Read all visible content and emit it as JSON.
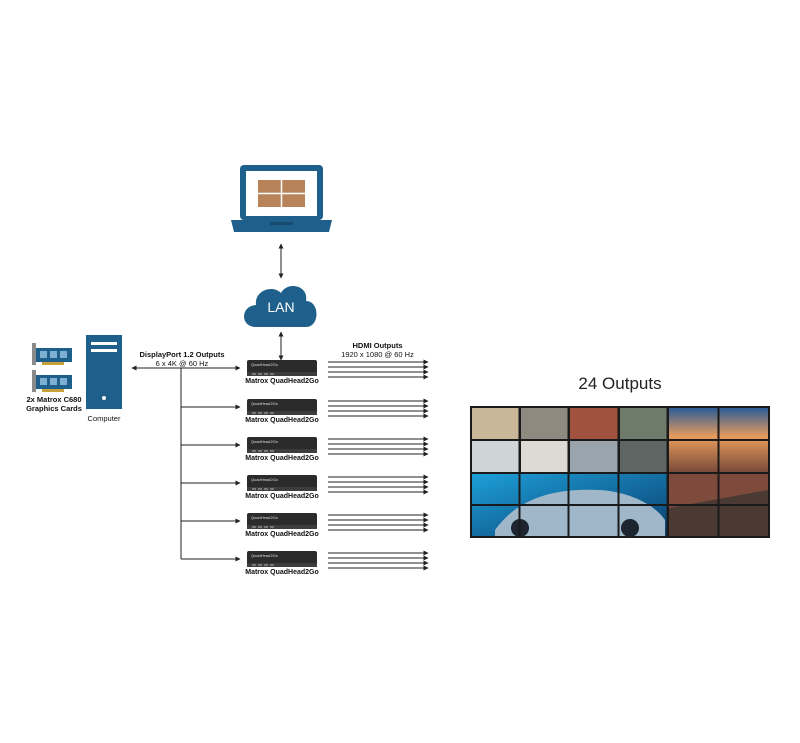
{
  "laptop": {
    "screen_color": "#b9835a"
  },
  "lan": {
    "label": "LAN"
  },
  "cards": {
    "label_line1": "2x Matrox C680",
    "label_line2": "Graphics Cards"
  },
  "computer": {
    "label": "Computer"
  },
  "displayport": {
    "title": "DisplayPort 1.2 Outputs",
    "subtitle": "6 x 4K @ 60 Hz"
  },
  "hdmi": {
    "title": "HDMI Outputs",
    "subtitle": "1920 x 1080 @ 60 Hz"
  },
  "units": [
    {
      "label": "Matrox QuadHead2Go",
      "tag": "QuadHead2Go"
    },
    {
      "label": "Matrox QuadHead2Go",
      "tag": "QuadHead2Go"
    },
    {
      "label": "Matrox QuadHead2Go",
      "tag": "QuadHead2Go"
    },
    {
      "label": "Matrox QuadHead2Go",
      "tag": "QuadHead2Go"
    },
    {
      "label": "Matrox QuadHead2Go",
      "tag": "QuadHead2Go"
    },
    {
      "label": "Matrox QuadHead2Go",
      "tag": "QuadHead2Go"
    }
  ],
  "video_wall": {
    "title": "24 Outputs"
  },
  "colors": {
    "accent_blue": "#1f5f8b",
    "arrow": "#222222",
    "device": "#2b2b2b"
  }
}
